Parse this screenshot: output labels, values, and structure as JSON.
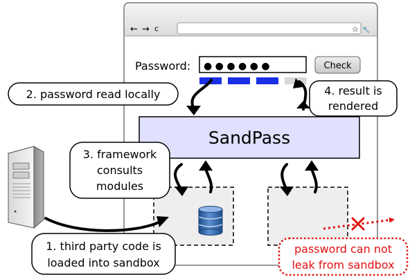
{
  "browser": {
    "nav_back": "←",
    "nav_forward": "→",
    "nav_reload": "c",
    "star": "☆",
    "wrench": "🔧"
  },
  "form": {
    "password_label": "Password:",
    "password_mask": "● ● ● ● ● ●",
    "check_button": "Check",
    "strength_meter": {
      "segments": 4,
      "filled_segments": 3,
      "filled_color": "#1a2fe6",
      "empty_color": "#d8d8d8"
    }
  },
  "framework": {
    "name": "SandPass",
    "fill_color": "#e0e0ff"
  },
  "callouts": {
    "password_read": "2. password read locally",
    "result_rendered": [
      "4. result is",
      "rendered"
    ],
    "framework_consults": [
      "3. framework",
      "consults",
      "modules"
    ],
    "third_party": [
      "1. third party code is",
      "loaded into sandbox"
    ],
    "cannot_leak": [
      "password can not",
      "leak from sandbox"
    ]
  },
  "colors": {
    "sandbox_fill": "#eeeeee",
    "leak_red": "#e01010",
    "database_blue": "#2a5fa0"
  },
  "icons": [
    "server-icon",
    "database-icon",
    "leak-blocked-cross-icon"
  ]
}
